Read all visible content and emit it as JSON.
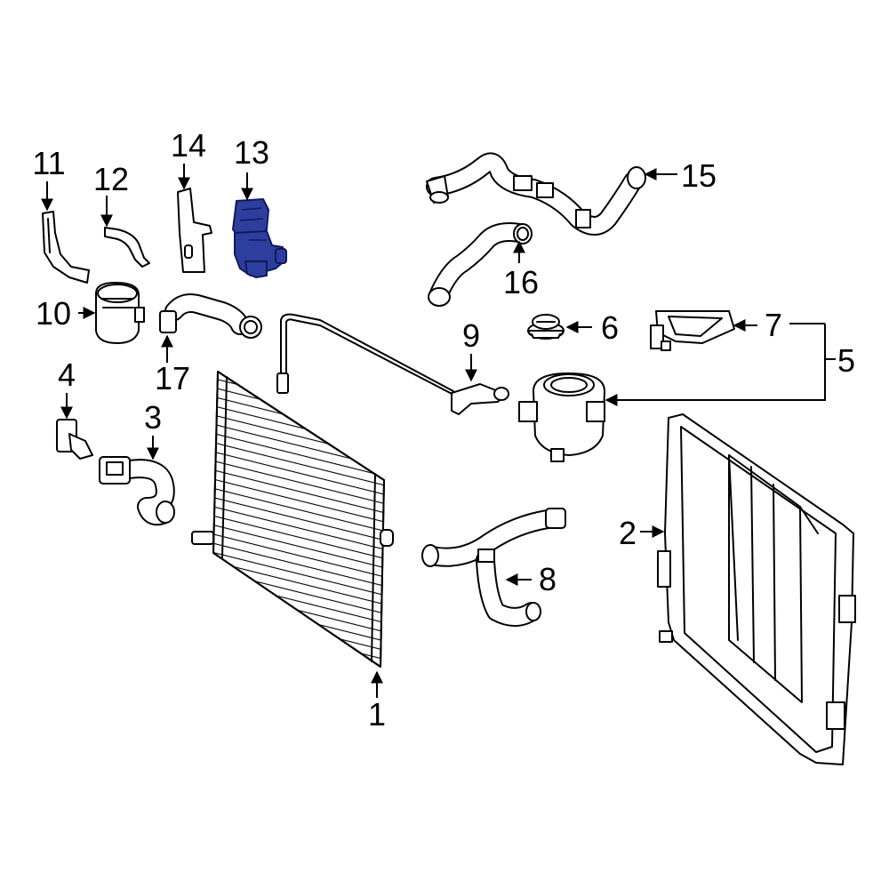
{
  "diagram": {
    "highlight_color": "#2d3e9e",
    "callouts": [
      {
        "id": "c1",
        "label": "1"
      },
      {
        "id": "c2",
        "label": "2"
      },
      {
        "id": "c3",
        "label": "3"
      },
      {
        "id": "c4",
        "label": "4"
      },
      {
        "id": "c5",
        "label": "5"
      },
      {
        "id": "c6",
        "label": "6"
      },
      {
        "id": "c7",
        "label": "7"
      },
      {
        "id": "c8",
        "label": "8"
      },
      {
        "id": "c9",
        "label": "9"
      },
      {
        "id": "c10",
        "label": "10"
      },
      {
        "id": "c11",
        "label": "11"
      },
      {
        "id": "c12",
        "label": "12"
      },
      {
        "id": "c13",
        "label": "13"
      },
      {
        "id": "c14",
        "label": "14"
      },
      {
        "id": "c15",
        "label": "15"
      },
      {
        "id": "c16",
        "label": "16"
      },
      {
        "id": "c17",
        "label": "17"
      }
    ]
  }
}
